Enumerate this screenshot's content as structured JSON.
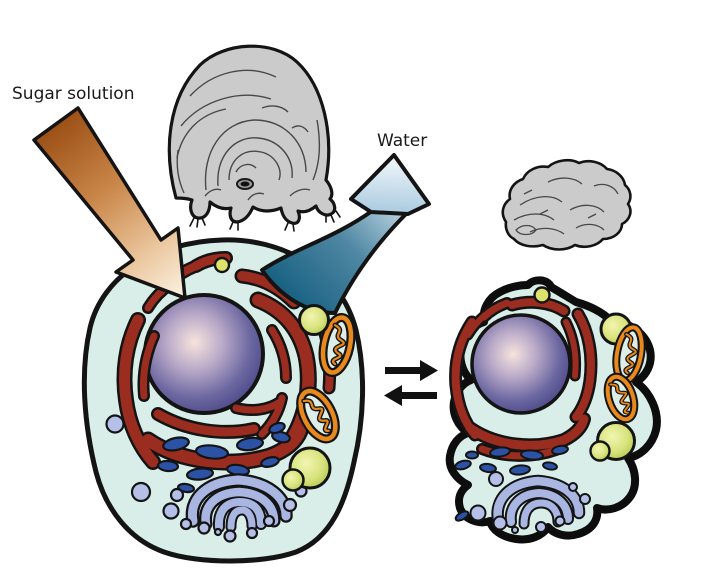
{
  "figure": {
    "title": "Tardigrade anhydrobiosis diagram",
    "background": "#ffffff",
    "labels": {
      "sugar_solution": "Sugar solution",
      "water": "Water"
    },
    "colors": {
      "outline": "#141414",
      "tardigrade_body": "#cbcbcb",
      "tun_body": "#cbcbcb",
      "cytoplasm": "#d9eee8",
      "nucleus_center": "#f6e4dc",
      "nucleus_edge": "#454284",
      "endoplasmic_reticulum": "#9b2d20",
      "mitochondria": "#e8891d",
      "golgi": "#a9b6e2",
      "vesicles_dark_blue": "#2b52a5",
      "vesicles_light_blue": "#b4c0e8",
      "lysosome_green_light": "#f2f5b0",
      "lysosome_green_dark": "#a6bf3c",
      "sugar_arrow_dark": "#9c5016",
      "sugar_arrow_light": "#f9ecd9",
      "water_arrow_dark": "#145e7f",
      "water_arrow_light": "#f0f6fa",
      "equilibrium_arrows": "#111111"
    },
    "elements": [
      {
        "name": "tardigrade-hydrated",
        "description": "active water bear, front view"
      },
      {
        "name": "tardigrade-tun",
        "description": "desiccated shriveled tun state"
      },
      {
        "name": "cell-hydrated",
        "description": "hydrated cell with nucleus, ER, mitochondria, Golgi, vesicles"
      },
      {
        "name": "cell-desiccated",
        "description": "shrunken desiccated cell with same organelles"
      },
      {
        "name": "sugar-solution-arrow",
        "description": "sugar solution entering the cell"
      },
      {
        "name": "water-arrow",
        "description": "water leaving the cell"
      },
      {
        "name": "equilibrium-arrows",
        "description": "reversible process double arrows"
      }
    ]
  }
}
